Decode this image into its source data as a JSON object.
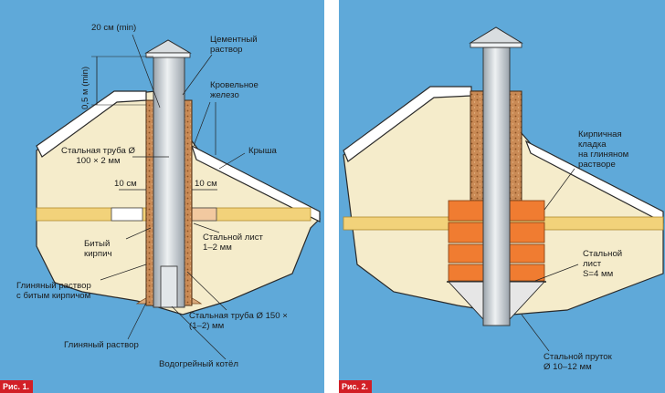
{
  "figure1": {
    "badge": "Рис. 1.",
    "labels": {
      "gap_top": "20 см (min)",
      "height_min": "0,5 м (min)",
      "cement_mortar": "Цементный\nраствор",
      "roof_iron": "Кровельное\nжелезо",
      "roof": "Крыша",
      "steel_pipe_small": "Стальная труба Ø\n100 × 2 мм",
      "gap_left": "10 см",
      "gap_right": "10 см",
      "steel_sheet": "Стальной лист\n1–2 мм",
      "broken_brick": "Битый\nкирпич",
      "clay_mortar_brick": "Глиняный раствор\nс битым кирпичом",
      "steel_pipe_large": "Стальная труба Ø 150 ×\n(1–2) мм",
      "clay_mortar": "Глиняный раствор",
      "boiler": "Водогрейный котёл"
    }
  },
  "figure2": {
    "badge": "Рис. 2.",
    "labels": {
      "brick_masonry": "Кирпичная\nкладка\nна глиняном\nрастворе",
      "steel_sheet": "Стальной\nлист\nS=4 мм",
      "steel_rod": "Стальной пруток\nØ 10–12 мм"
    }
  },
  "colors": {
    "background": "#5fa9d9",
    "attic_fill": "#f5eccb",
    "roof_fill": "#ffffff",
    "insulation_band": "#f2d27a",
    "brick_orange": "#f07c31",
    "brick_jacket": "#c8895a",
    "pipe_gray": "#c7ccd1",
    "badge_red": "#d21f26"
  }
}
